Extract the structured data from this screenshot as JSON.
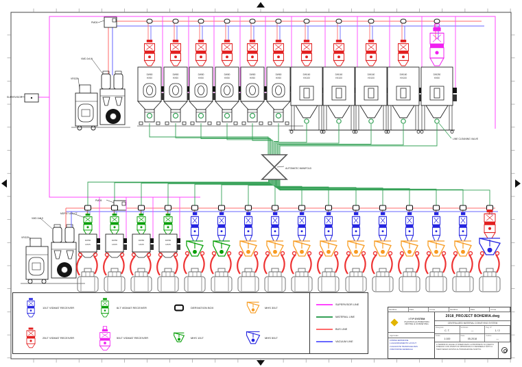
{
  "colors": {
    "supervisor": "#ff44ff",
    "material": "#33a055",
    "bus": "#ff6a6a",
    "vacuum": "#6666ff",
    "red": "#e22020",
    "green": "#0aa00a",
    "blue": "#2424e0",
    "magenta": "#f020f0",
    "orange": "#f79b20",
    "outline": "#222222",
    "press": "#666666"
  },
  "schematic": {
    "labels": {
      "supervisor": "SUPERVISOR",
      "pmd_top": "PMD5",
      "vmd_top": "VMD 2x0,9",
      "vrg_top": "VRG25",
      "pmd_bottom": "PMD5",
      "vmd_bottom": "VMD 2x0,9",
      "vrg_bottom": "VRG25",
      "mdp": "MDP 07 ACL CT",
      "manifold": "AUTOMATIC MANIFOLD",
      "line_cleaning_valve": "LINE CLEANING VALVE"
    },
    "top_row": {
      "small_dryers": {
        "count": 6,
        "label": "DW80 HX50",
        "receiver": "red"
      },
      "large_dryers": {
        "count": 5,
        "label": "DW160 HX100",
        "receiver": "red",
        "last_label": "DW250 HX50",
        "last_receiver": "magenta"
      }
    },
    "bottom_row": {
      "groups": [
        {
          "type": "green-receiver-dryer",
          "count": 4,
          "label": "DW50 HX25"
        },
        {
          "type": "blue-receiver-green-hopper",
          "count": 2
        },
        {
          "type": "blue-receiver-orange-hopper",
          "count": 9
        },
        {
          "type": "red-receiver-blue-hopper",
          "count": 1
        }
      ]
    }
  },
  "legend": {
    "items": [
      {
        "icon": "receiver-blue",
        "label": "10LT VIDMAT RECEIVER"
      },
      {
        "icon": "receiver-green",
        "label": "6LT VIDMAT RECEIVER"
      },
      {
        "icon": "derivation-box",
        "label": "DERIVATION BOX"
      },
      {
        "icon": "hopper-orange",
        "label": "MHS 30LT"
      },
      {
        "icon": "receiver-red",
        "label": "25LT VIDMAT RECEIVER"
      },
      {
        "icon": "receiver-magenta",
        "label": "50LT VIDMAT RECEIVER"
      },
      {
        "icon": "hopper-green",
        "label": "MHS 10LT"
      },
      {
        "icon": "hopper-blue",
        "label": "MHS 50LT"
      }
    ],
    "lines": [
      {
        "color": "#ff44ff",
        "label": "SUPERVISOR LINE"
      },
      {
        "color": "#33a055",
        "label": "MATERIAL LINE"
      },
      {
        "color": "#ff6a6a",
        "label": "BUS LINE"
      },
      {
        "color": "#6666ff",
        "label": "VACUUM LINE"
      }
    ]
  },
  "title_block": {
    "header": [
      "Modifica",
      "Data",
      "Firma",
      "Modifica",
      "Data",
      "Firma"
    ],
    "company": [
      "I·T·P SYSTEM",
      "PLASTICS AUTOMATION",
      "DRYING & CONVEYING"
    ],
    "approval": "Approvato",
    "revisions": [
      "0  PRIMA EMISSIONE",
      "1  AGGIORNAMENTO LAYOUT",
      "2  AGGIUNTE TRAMOGGE MHS",
      "3  REVISIONE GENERALE"
    ],
    "drawing_title": "2018_PROJECT BOHEMIA.dwg",
    "subtitle": "CENTRALIZED MATERIAL CONVEYING SYSTEM",
    "fields": [
      {
        "label": "Disegnato",
        "value": "C. T."
      },
      {
        "label": "Verificato",
        "value": "—"
      },
      {
        "label": "Pag. N°",
        "value": "1 / 2"
      }
    ],
    "fields2": [
      {
        "label": "Scala",
        "value": "1:100"
      },
      {
        "label": "Data",
        "value": "05-2018"
      },
      {
        "label": "Codice",
        "value": "—"
      }
    ],
    "note": "A TERMINI DI LEGGE CI RISERVIAMO LA PROPRIETA' DI QUESTO DISEGNO CON DIVIETO DI RIPRODURLO O RENDERLO NOTO A TERZI SENZA NOSTRA AUTORIZZAZIONE SCRITTA."
  }
}
